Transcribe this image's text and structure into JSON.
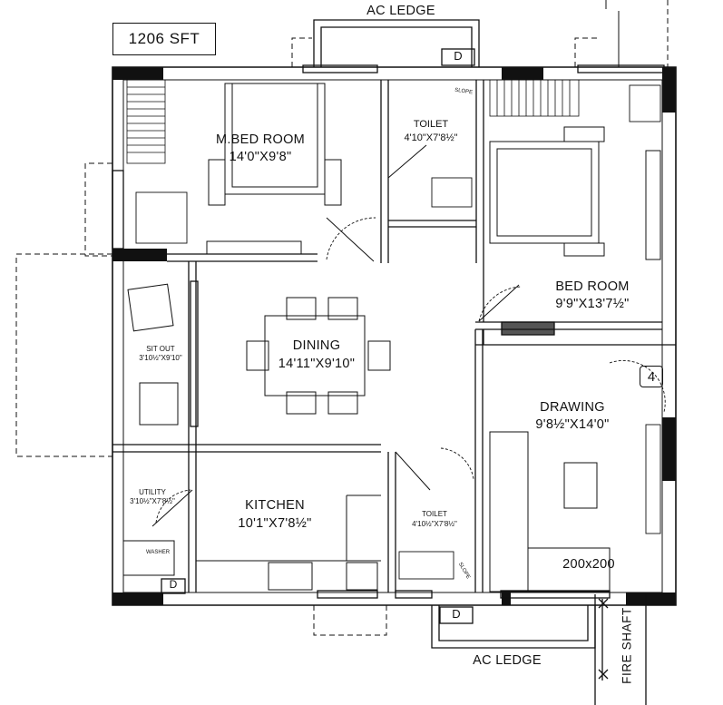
{
  "plan": {
    "area": "1206 SFT",
    "unit_number": "4",
    "rooms": [
      {
        "id": "m-bed-room",
        "name": "M.BED ROOM",
        "size": "14'0\"X9'8\""
      },
      {
        "id": "toilet-top",
        "name": "TOILET",
        "size": "4'10\"X7'8½\""
      },
      {
        "id": "bed-room",
        "name": "BED ROOM",
        "size": "9'9\"X13'7½\""
      },
      {
        "id": "dining",
        "name": "DINING",
        "size": "14'11\"X9'10\""
      },
      {
        "id": "sit-out",
        "name": "SIT OUT",
        "size": "3'10½\"X9'10\""
      },
      {
        "id": "drawing",
        "name": "DRAWING",
        "size": "9'8½\"X14'0\""
      },
      {
        "id": "utility",
        "name": "UTILITY",
        "size": "3'10½\"X7'8½\""
      },
      {
        "id": "kitchen",
        "name": "KITCHEN",
        "size": "10'1\"X7'8½\""
      },
      {
        "id": "toilet-bottom",
        "name": "TOILET",
        "size": "4'10½\"X7'8½\""
      }
    ],
    "ac_ledge_top": "AC LEDGE",
    "ac_ledge_bottom": "AC LEDGE",
    "duct_label": "D",
    "fire_shaft": "FIRE SHAFT",
    "shaft_size": "200x200",
    "slope_label": "SLOPE",
    "washer_label": "WASHER"
  }
}
